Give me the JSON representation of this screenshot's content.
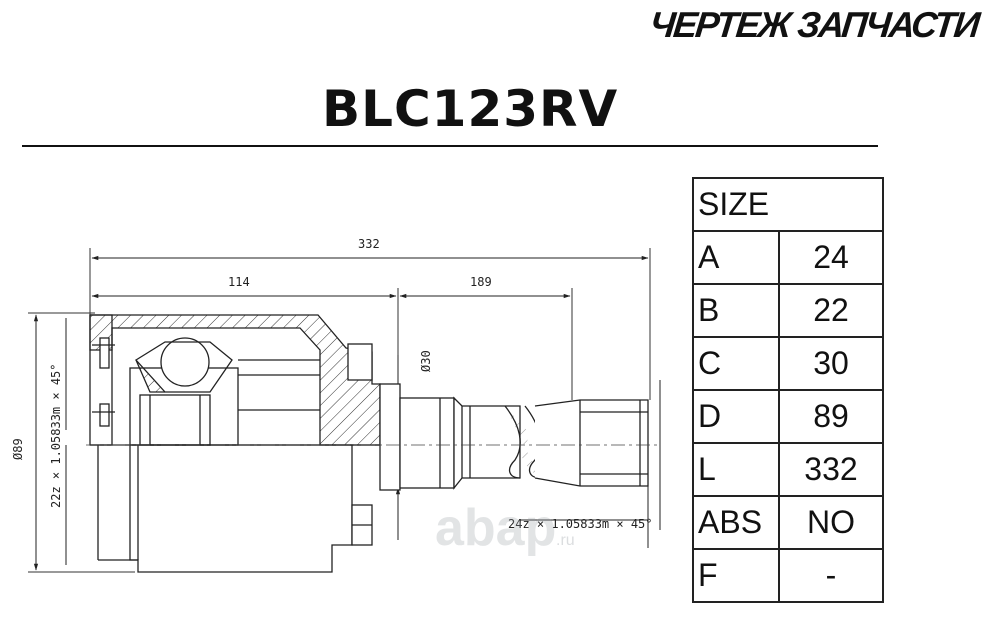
{
  "header": {
    "brand_text": "ЧЕРТЕЖ ЗАПЧАСТИ",
    "part_number": "BLC123RV"
  },
  "drawing": {
    "dim_overall": "332",
    "dim_left": "114",
    "dim_right": "189",
    "dim_shaft_dia": "Ø30",
    "dim_outer_dia": "Ø89",
    "spline_left": "22z × 1.05833m × 45°",
    "spline_right": "24z × 1.05833m × 45°"
  },
  "watermark": {
    "text": "abap",
    "tld": ".ru"
  },
  "specs": {
    "title": "SIZE",
    "rows": [
      {
        "key": "A",
        "value": "24"
      },
      {
        "key": "B",
        "value": "22"
      },
      {
        "key": "C",
        "value": "30"
      },
      {
        "key": "D",
        "value": "89"
      },
      {
        "key": "L",
        "value": "332"
      },
      {
        "key": "ABS",
        "value": "NO"
      },
      {
        "key": "F",
        "value": "-"
      }
    ]
  }
}
